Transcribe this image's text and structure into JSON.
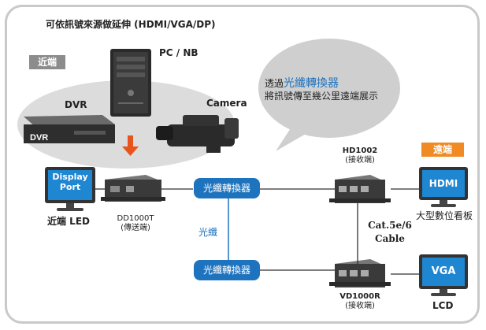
{
  "header": {
    "text": "可依訊號來源做延伸 (HDMI/VGA/DP)"
  },
  "near_end": {
    "badge": "近端"
  },
  "far_end": {
    "badge": "遠端"
  },
  "devices": {
    "pc": "PC / NB",
    "dvr": "DVR",
    "dvr_panel": "DVR",
    "camera": "Camera",
    "display_port_screen": "Display\nPort",
    "near_led": "近端 LED",
    "transmitter": {
      "model": "DD1000T",
      "role": "(傳送端)"
    },
    "hd_receiver": {
      "model": "HD1002",
      "role": "(接收端)"
    },
    "vd_receiver": {
      "model": "VD1000R",
      "role": "(接收端)"
    },
    "hdmi_screen": "HDMI",
    "hdmi_caption": "大型數位看板",
    "vga_screen": "VGA",
    "vga_caption": "LCD"
  },
  "converters": {
    "top": "光纖轉換器",
    "bottom": "光纖轉換器",
    "link_label": "光纖"
  },
  "cable": {
    "line1": "Cat.5e/6",
    "line2": "Cable"
  },
  "speech_bubble": {
    "prefix": "透過",
    "highlight": "光纖轉換器",
    "line2": "將訊號傳至幾公里遠端展示"
  },
  "colors": {
    "badge_bg": "#8c8c8c",
    "far_badge_bg": "#f08a24",
    "converter_bg": "#1e73be",
    "highlight_text": "#1e73be",
    "arrow": "#e8541e"
  }
}
